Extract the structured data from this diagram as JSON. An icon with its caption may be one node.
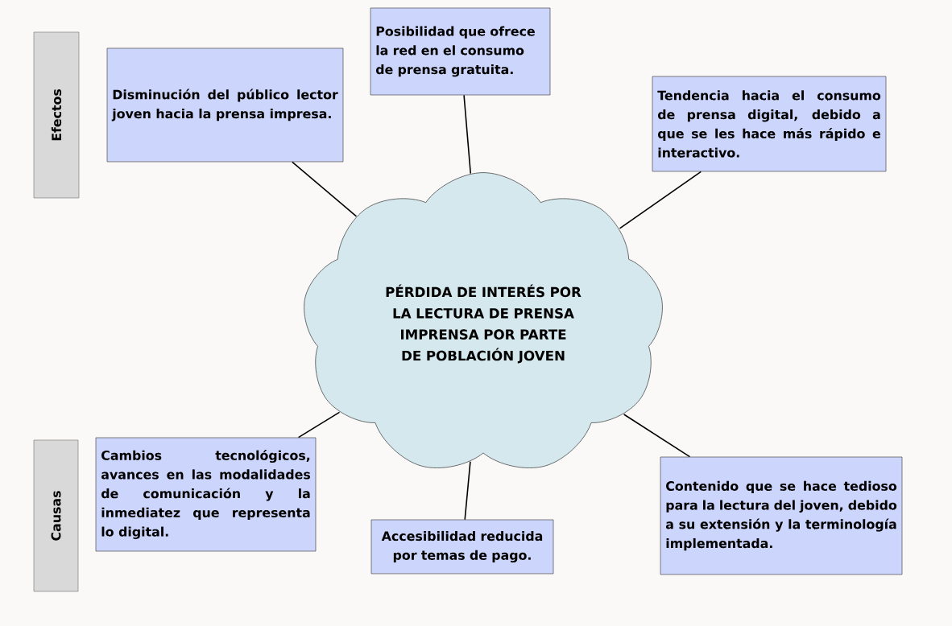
{
  "diagram": {
    "nodes": [
      {
        "text": [
          "Efectos"
        ]
      },
      {
        "text": [
          "Disminución del público lector joven hacia la prensa impresa."
        ]
      },
      {
        "text": [
          "Posibilidad que ofrece la red en el consumo de prensa gratuita."
        ]
      },
      {
        "text": [
          "Tendencia hacia el consumo de prensa digital, debido a que se les hace más rápido e interactivo."
        ]
      },
      {
        "text": [
          "PÉRDIDA DE INTERÉS POR LA LECTURA DE PRENSA IMPRENSA POR PARTE DE POBLACIÓN JOVEN"
        ]
      },
      {
        "text": [
          "Causas"
        ]
      },
      {
        "text": [
          "Cambios tecnológicos, avances en las modalidades de comunicación y la inmediatez que representa lo digital."
        ]
      },
      {
        "text": [
          "Accesibilidad reducida por temas de pago."
        ]
      },
      {
        "text": [
          "Contenido que se hace tedioso para la lectura del joven, debido a su extensión y la terminología implementada."
        ]
      }
    ],
    "edges": [
      {
        "from": 4,
        "to": 1,
        "arrow": "none"
      },
      {
        "from": 4,
        "to": 2,
        "arrow": "none"
      },
      {
        "from": 4,
        "to": 3,
        "arrow": "none"
      },
      {
        "from": 4,
        "to": 6,
        "arrow": "none"
      },
      {
        "from": 4,
        "to": 7,
        "arrow": "none"
      },
      {
        "from": 4,
        "to": 8,
        "arrow": "none"
      }
    ]
  }
}
